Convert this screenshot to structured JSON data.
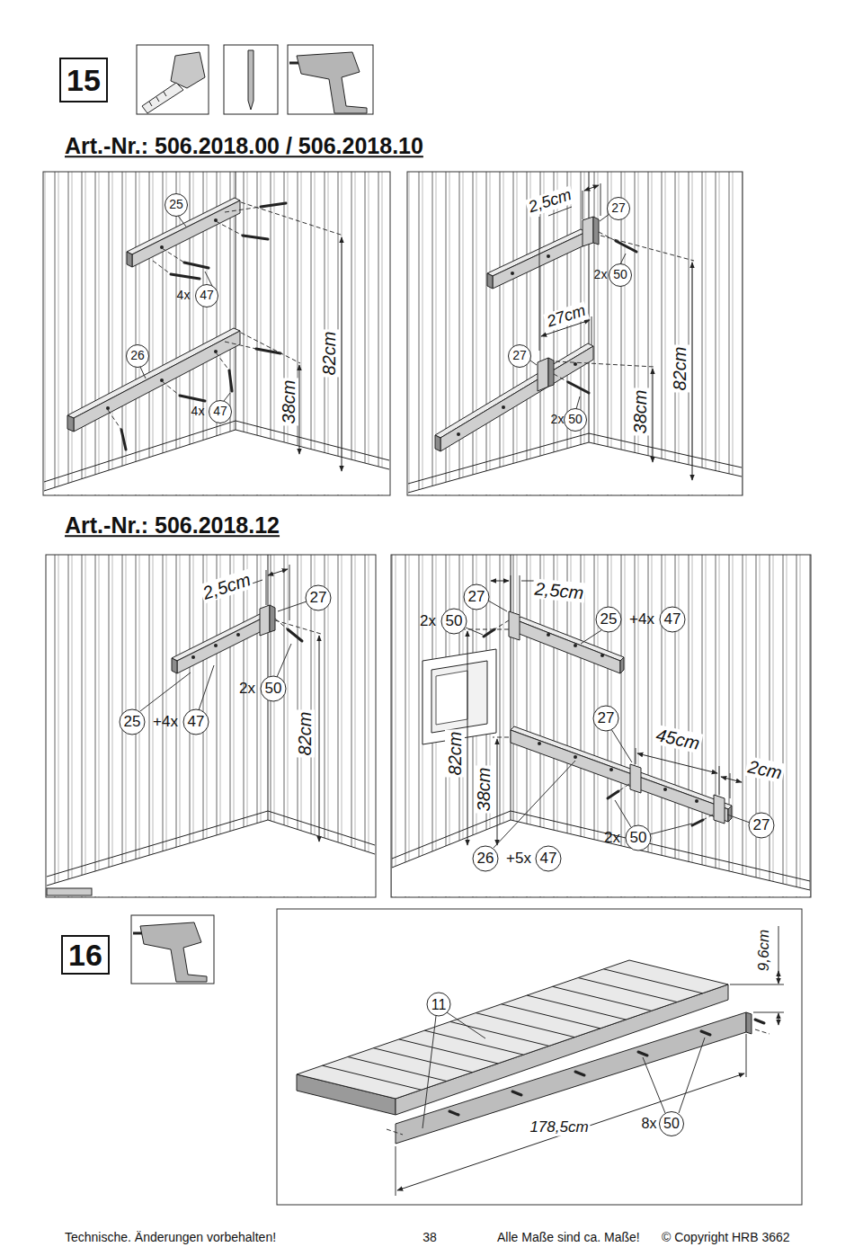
{
  "diagram": {
    "nodes": [
      {
        "text": [
          "15"
        ]
      },
      {
        "text": [
          "16"
        ]
      }
    ],
    "labels": [
      "Art.-Nr.: 506.2018.00 / 506.2018.10",
      "25",
      "4x",
      "47",
      "26",
      "4x",
      "47",
      "82cm",
      "38cm",
      "2,5cm",
      "27",
      "2x",
      "50",
      "27cm",
      "27",
      "82cm",
      "38cm",
      "2x",
      "50",
      "Art.-Nr.: 506.2018.12",
      "2,5cm",
      "27",
      "2x",
      "50",
      "82cm",
      "25",
      "+4x",
      "47",
      "2,5cm",
      "27",
      "2x",
      "50",
      "25",
      "+4x",
      "47",
      "27",
      "82cm",
      "45cm",
      "2cm",
      "38cm",
      "27",
      "2x",
      "50",
      "26",
      "+5x",
      "47",
      "9,6cm",
      "11",
      "178,5cm",
      "8x",
      "50",
      "Technische. Änderungen vorbehalten!",
      "38",
      "Alle Maße sind ca. Maße!",
      "© Copyright HRB 3662"
    ]
  }
}
